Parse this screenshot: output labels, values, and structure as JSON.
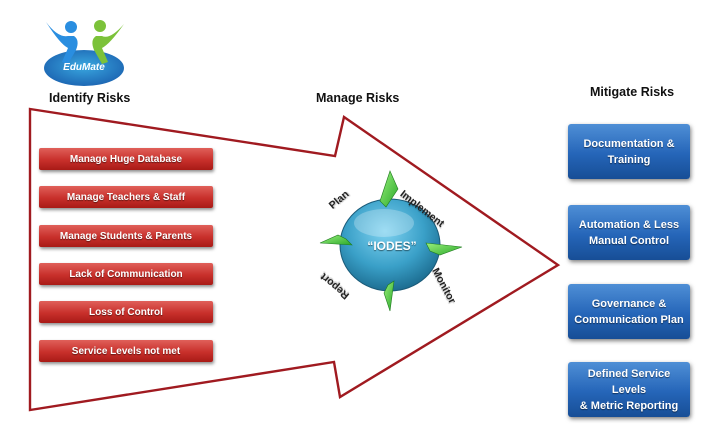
{
  "logo": {
    "text": "EduMate"
  },
  "headings": {
    "identify": "Identify Risks",
    "manage": "Manage Risks",
    "mitigate": "Mitigate Risks"
  },
  "risks": [
    "Manage Huge Database",
    "Manage Teachers & Staff",
    "Manage Students & Parents",
    "Lack of Communication",
    "Loss of Control",
    "Service Levels not met"
  ],
  "cycle": {
    "center": "“IODES”",
    "labels": {
      "plan": "Plan",
      "implement": "Implement",
      "monitor": "Monitor",
      "report": "Report"
    }
  },
  "mitigations": [
    {
      "line1": "Documentation &",
      "line2": "Training"
    },
    {
      "line1": "Automation & Less",
      "line2": "Manual Control"
    },
    {
      "line1": "Governance &",
      "line2": "Communication Plan"
    },
    {
      "line1": "Defined Service Levels",
      "line2": "& Metric Reporting"
    }
  ],
  "colors": {
    "arrow_outline": "#a01a20",
    "risk_box": "#c8302b",
    "mitigation_box": "#2565b8",
    "cycle_arrow": "#4ad23c",
    "globe": "#3aa0c8"
  }
}
